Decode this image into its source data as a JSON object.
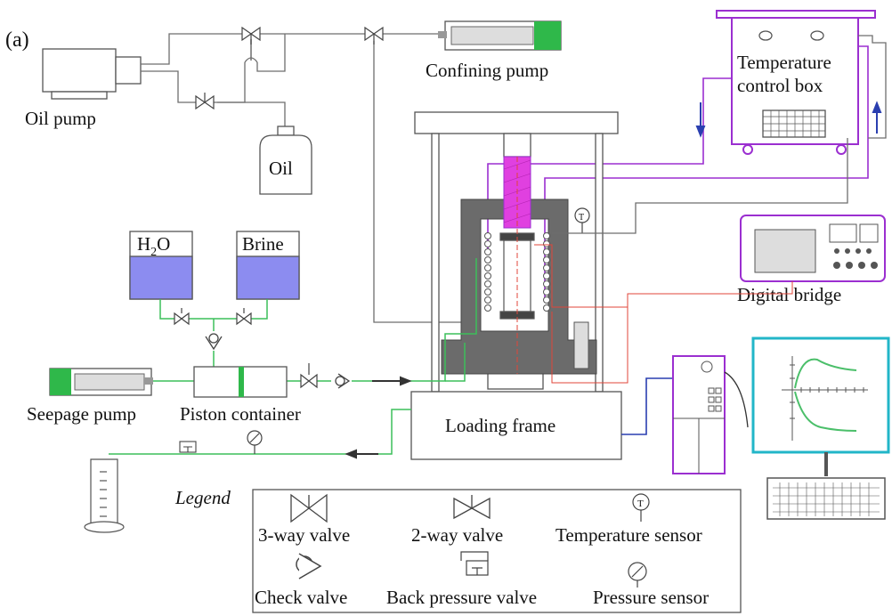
{
  "panel_label": "(a)",
  "labels": {
    "oil_pump": "Oil pump",
    "oil": "Oil",
    "confining_pump": "Confining pump",
    "temperature_control_box_line1": "Temperature",
    "temperature_control_box_line2": "control box",
    "h2o_main": "H",
    "h2o_sub": "2",
    "h2o_tail": "O",
    "brine": "Brine",
    "digital_bridge": "Digital bridge",
    "seepage_pump": "Seepage pump",
    "piston_container": "Piston container",
    "loading_frame": "Loading frame"
  },
  "legend": {
    "title": "Legend",
    "three_way_valve": "3-way valve",
    "two_way_valve": "2-way valve",
    "temperature_sensor": "Temperature sensor",
    "check_valve": "Check valve",
    "back_pressure_valve": "Back pressure valve",
    "pressure_sensor": "Pressure sensor",
    "sensor_symbol": "T"
  },
  "colors": {
    "pipe": "#6e6e6e",
    "water_pipe": "#3cbf5a",
    "pump_green": "#2fb84a",
    "liquid_blue": "#8c8cf0",
    "purple": "#9b2fd0",
    "vessel_gray": "#6b6b6b",
    "sample_magenta": "#e040e0",
    "red_line": "#e0453a",
    "blue_line": "#2a3fb0",
    "monitor_cyan": "#22b6c8",
    "curve_green": "#4bbf6a"
  }
}
